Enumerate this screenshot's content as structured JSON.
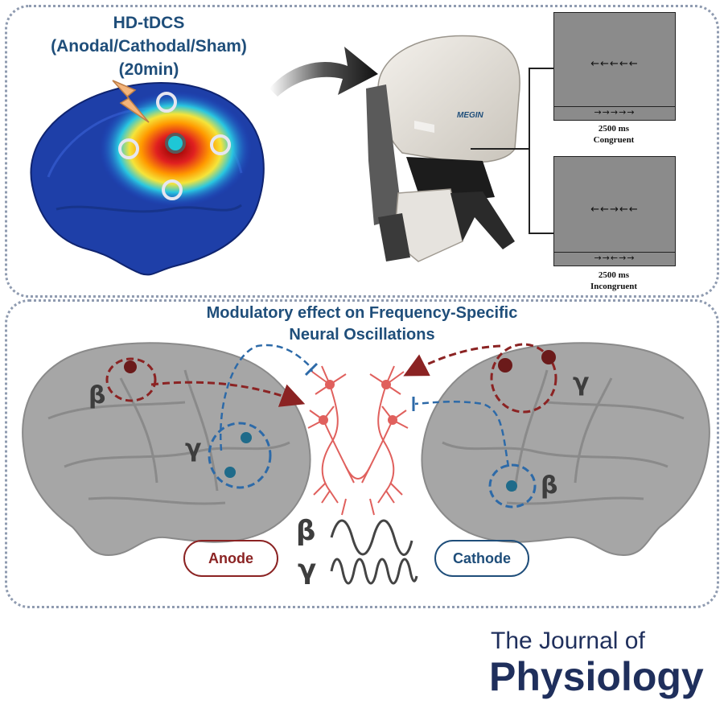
{
  "stimulation": {
    "title_line1": "HD-tDCS",
    "title_line2": "(Anodal/Cathodal/Sham)",
    "title_line3": "(20min)"
  },
  "device": {
    "brand": "MEGIN"
  },
  "task": {
    "congruent": {
      "arrows": "←←←←←",
      "strip_arrows": "→→→→→",
      "duration": "2500 ms",
      "label": "Congruent"
    },
    "incongruent": {
      "arrows": "←←→←←",
      "strip_arrows": "→→←→→",
      "duration": "2500 ms",
      "label": "Incongruent"
    }
  },
  "modulation": {
    "title_line1": "Modulatory effect on Frequency-Specific",
    "title_line2": "Neural Oscillations"
  },
  "bands": {
    "beta": "β",
    "gamma": "γ"
  },
  "labels": {
    "anode": "Anode",
    "cathode": "Cathode"
  },
  "colors": {
    "anode": "#8b2323",
    "cathode": "#1f4e7a",
    "neuron": "#e0605d",
    "title": "#1f4e7a"
  },
  "journal": {
    "line1": "The Journal of",
    "line2": "Physiology"
  }
}
